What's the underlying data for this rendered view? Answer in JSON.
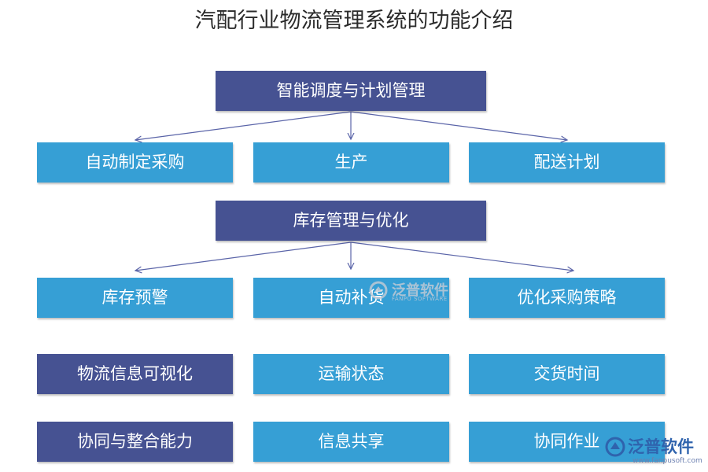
{
  "title": "汽配行业物流管理系统的功能介绍",
  "section1": {
    "header": "智能调度与计划管理",
    "children": [
      "自动制定采购",
      "生产",
      "配送计划"
    ]
  },
  "section2": {
    "header": "库存管理与优化",
    "children": [
      "库存预警",
      "自动补货",
      "优化采购策略"
    ]
  },
  "row3": [
    "物流信息可视化",
    "运输状态",
    "交货时间"
  ],
  "row4": [
    "协同与整合能力",
    "信息共享",
    "协同作业"
  ],
  "watermark": {
    "name": "泛普软件",
    "sub": "FANPU SOFTWARE"
  },
  "logo": {
    "name": "泛普软件",
    "url": "www.fanpusoft.com"
  },
  "colors": {
    "dark": "#465292",
    "light": "#369fd5",
    "arrow": "#5a64a8"
  }
}
